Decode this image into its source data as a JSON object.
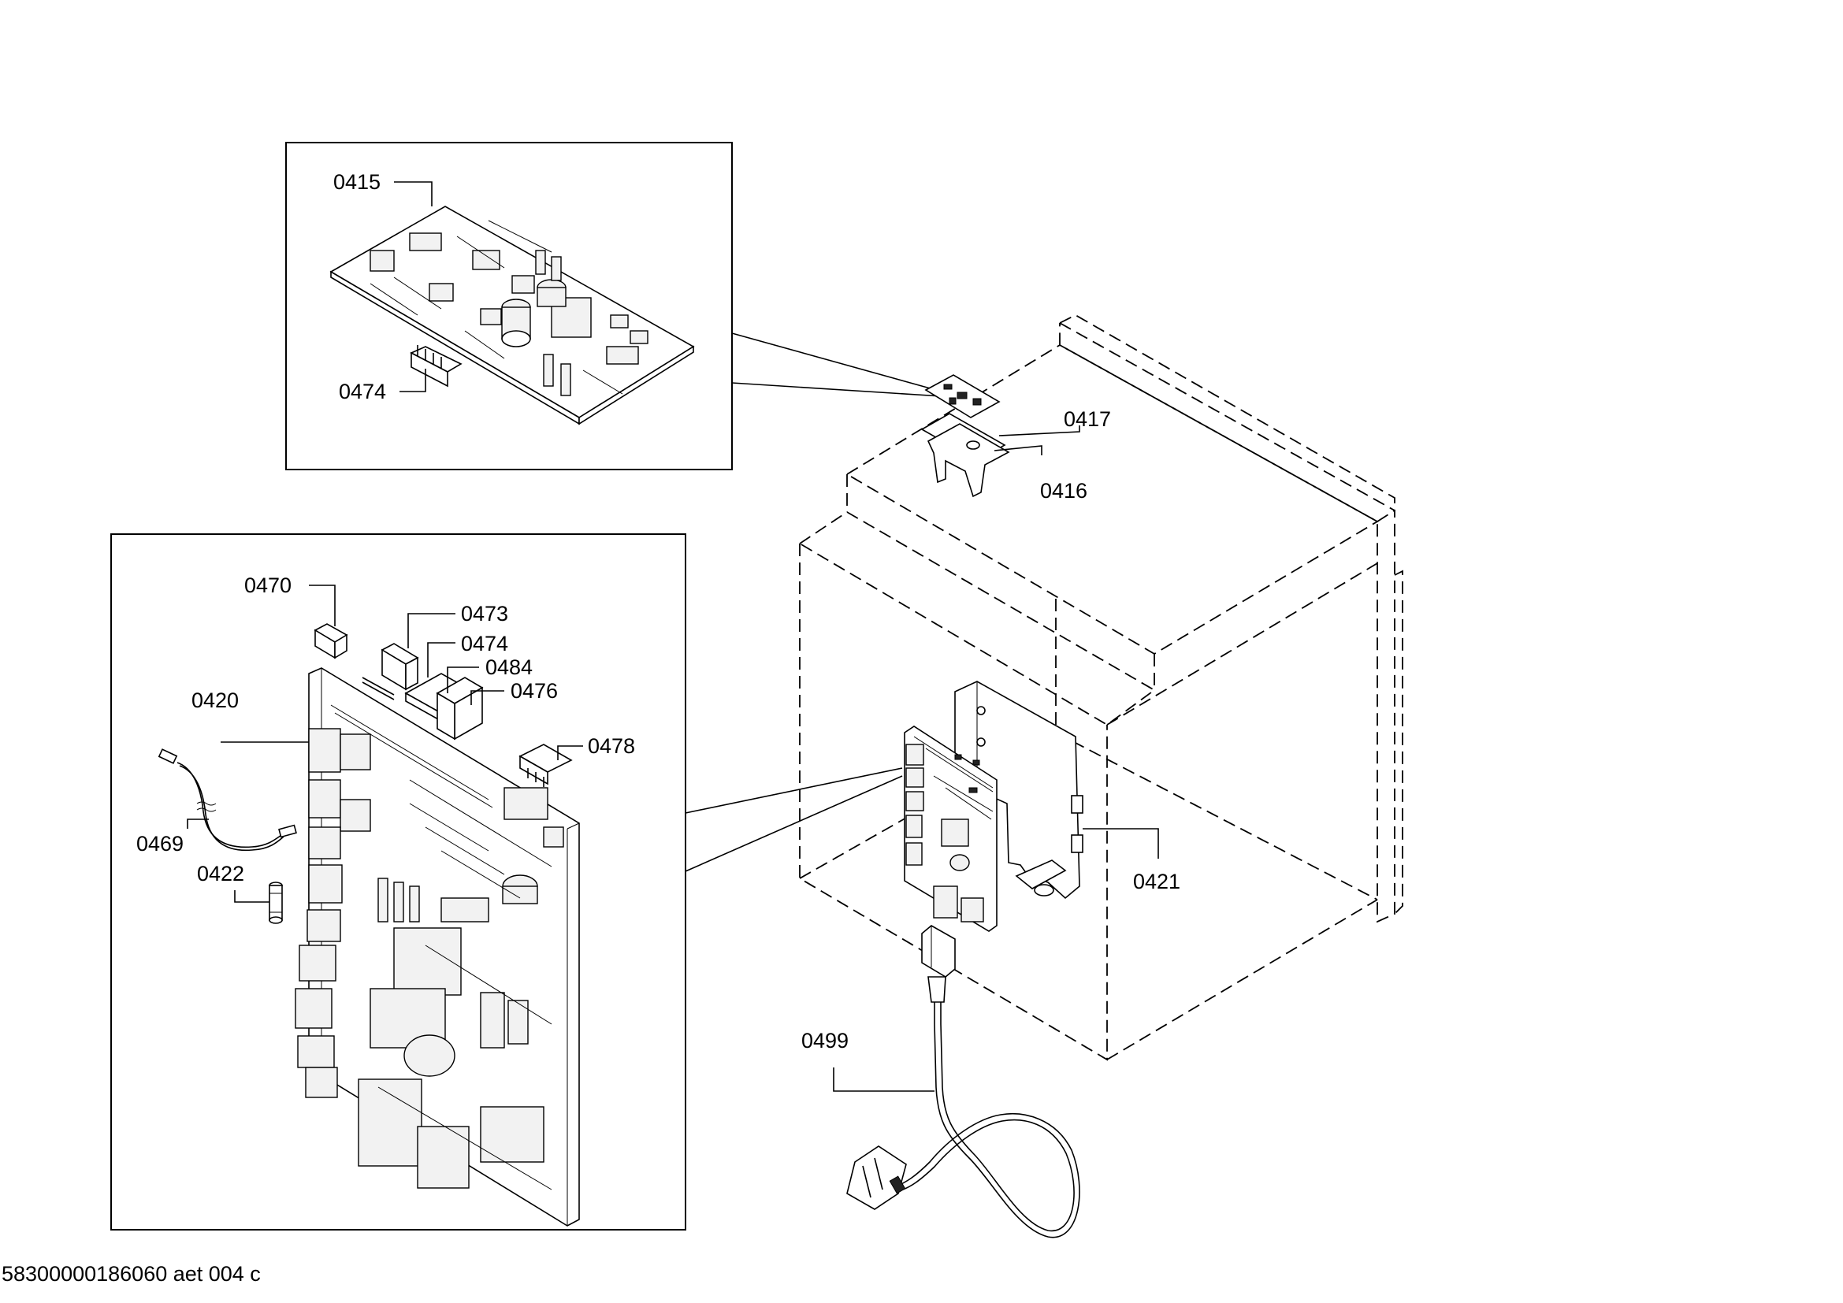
{
  "document_code": "58300000186060 aet 004 c",
  "part_labels": {
    "p0415": "0415",
    "p0474_top": "0474",
    "p0417": "0417",
    "p0416": "0416",
    "p0470": "0470",
    "p0473": "0473",
    "p0474": "0474",
    "p0484": "0484",
    "p0476": "0476",
    "p0420": "0420",
    "p0478": "0478",
    "p0469": "0469",
    "p0422": "0422",
    "p0421": "0421",
    "p0499": "0499"
  }
}
